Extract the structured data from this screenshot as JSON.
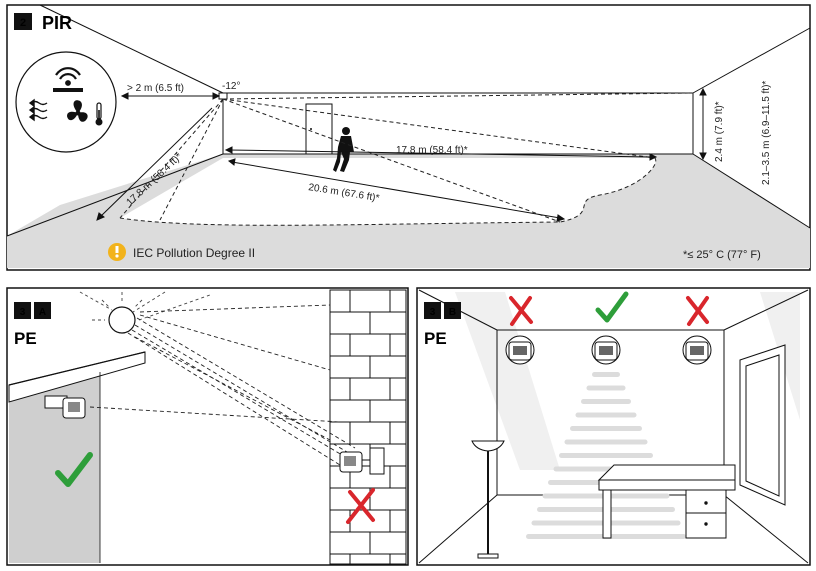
{
  "panels": {
    "pir": {
      "step": "2",
      "title": "PIR",
      "angle": "-12°",
      "dist_wall": "> 2 m (6.5 ft)",
      "dist_left": "17.8 m (58.4 ft)*",
      "dist_center": "17.8 m (58.4 ft)*",
      "dist_diag": "20.6 m (67.6 ft)*",
      "height_mount": "2.4 m (7.9 ft)*",
      "height_range": "2.1–3.5 m (6.9–11.5 ft)*",
      "note": "IEC Pollution Degree II",
      "footnote": "*≤ 25° C (77° F)"
    },
    "pe_outdoor": {
      "step": "3",
      "sub": "A",
      "title": "PE"
    },
    "pe_indoor": {
      "step": "3",
      "sub": "B",
      "title": "PE"
    }
  },
  "colors": {
    "check": "#2e9e3a",
    "cross": "#d9262c",
    "warning": "#f2b31c",
    "floor": "#d9d9d9",
    "wall_shade": "#cfcfcf"
  },
  "icons": [
    "wifi-icon",
    "airflow-icon",
    "fan-icon",
    "thermometer-icon",
    "sun-icon",
    "sensor-icon",
    "check-icon",
    "cross-icon",
    "warning-icon"
  ]
}
